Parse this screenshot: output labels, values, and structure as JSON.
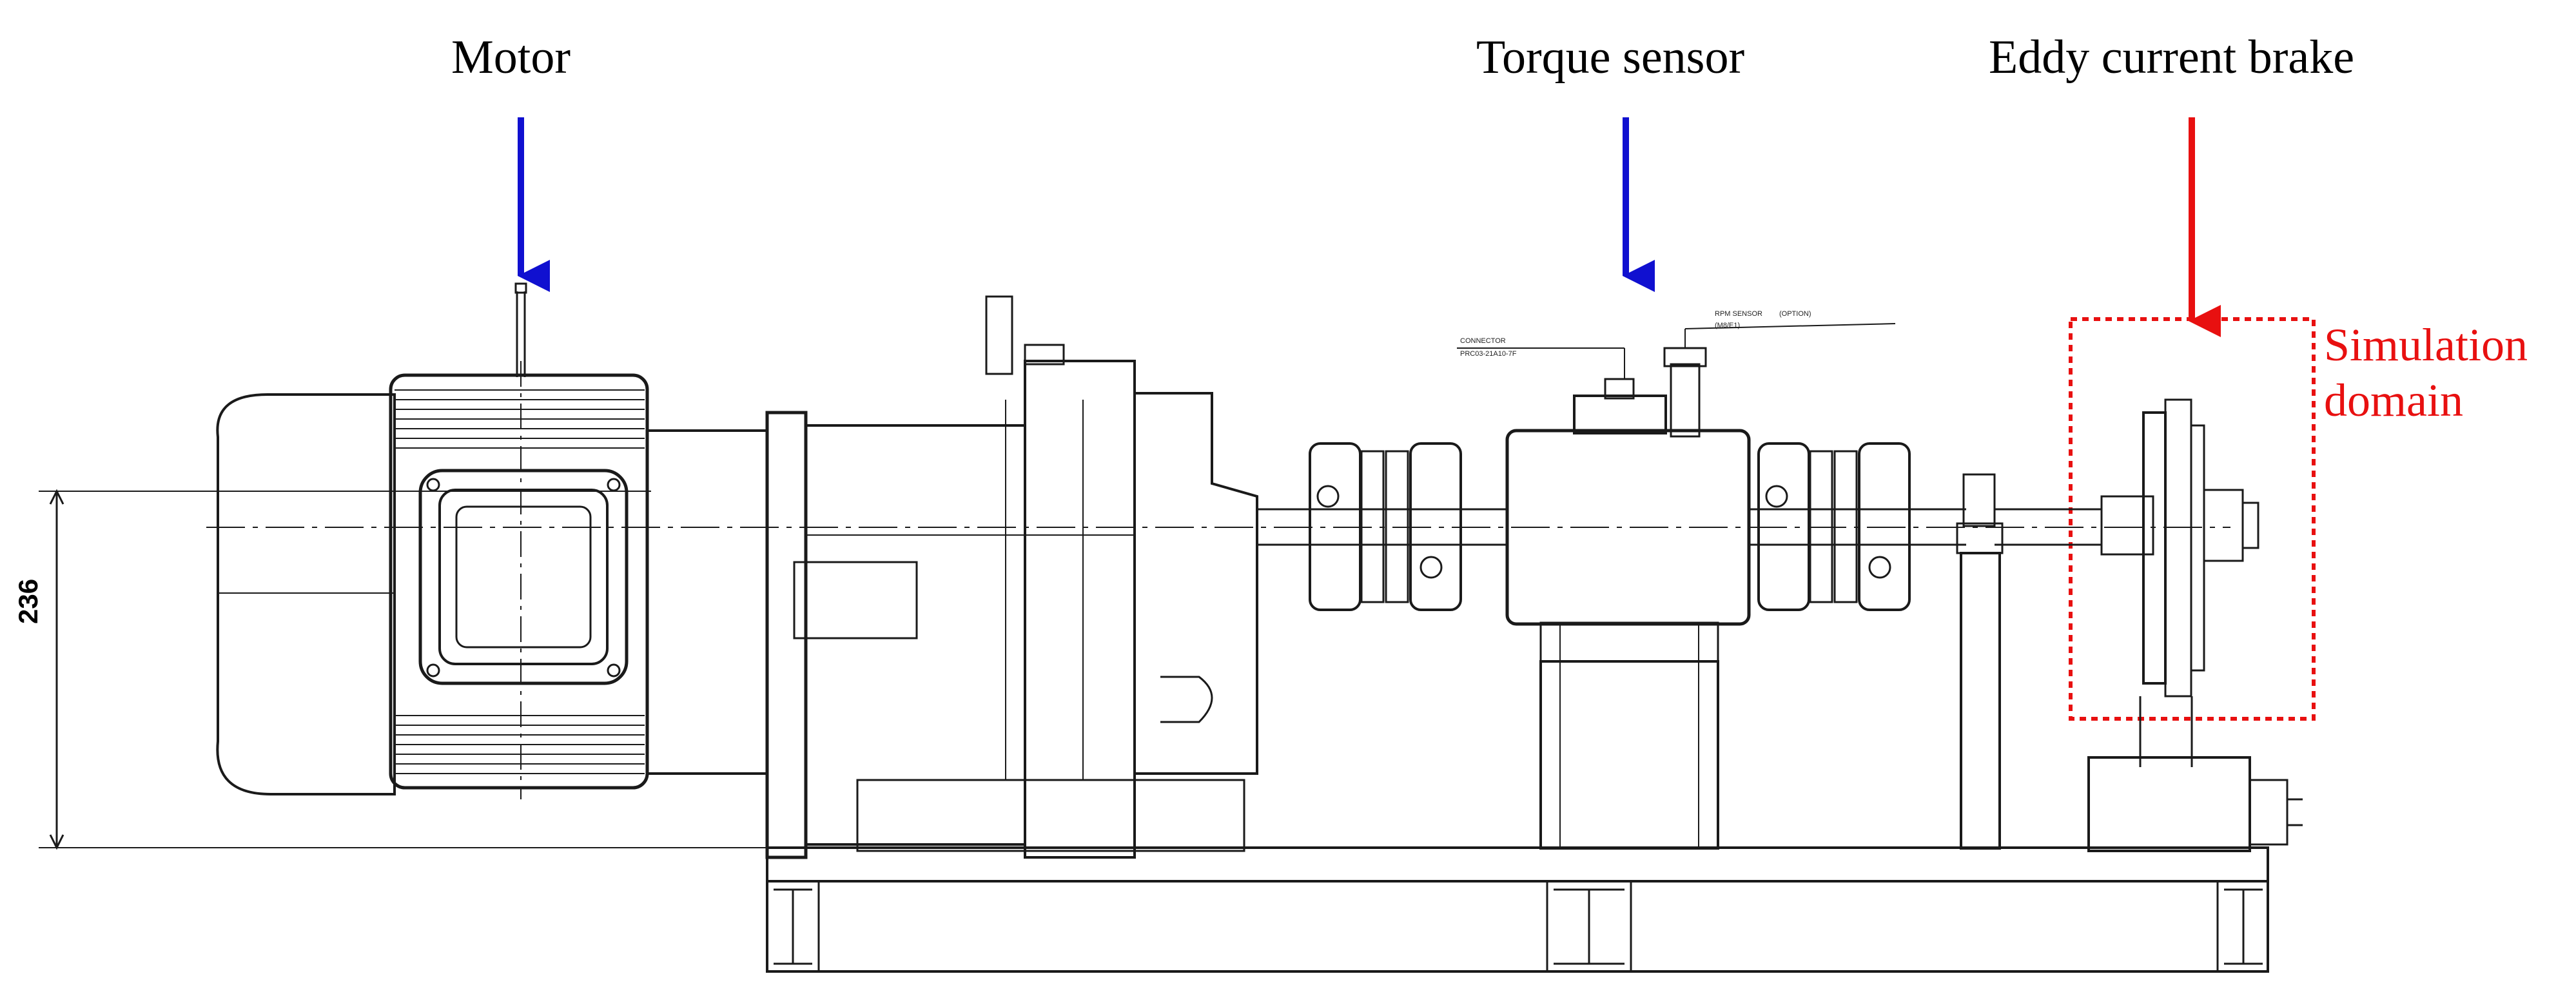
{
  "figure": {
    "labels": {
      "motor": "Motor",
      "torque_sensor": "Torque sensor",
      "eddy_current_brake": "Eddy current brake",
      "simulation_domain_line1": "Simulation",
      "simulation_domain_line2": "domain"
    },
    "dimension": "236",
    "drawing_notes": {
      "connector": "CONNECTOR",
      "connector_part": "PRC03-21A10-7F",
      "rpm_sensor": "RPM SENSOR",
      "rpm_option": "(OPTION)",
      "rpm_part": "(M8/E1)"
    },
    "colors": {
      "arrow_blue": "#1010d0",
      "arrow_red": "#e81010",
      "line": "#1a1a1a",
      "simulation_box": "#e81010"
    }
  }
}
